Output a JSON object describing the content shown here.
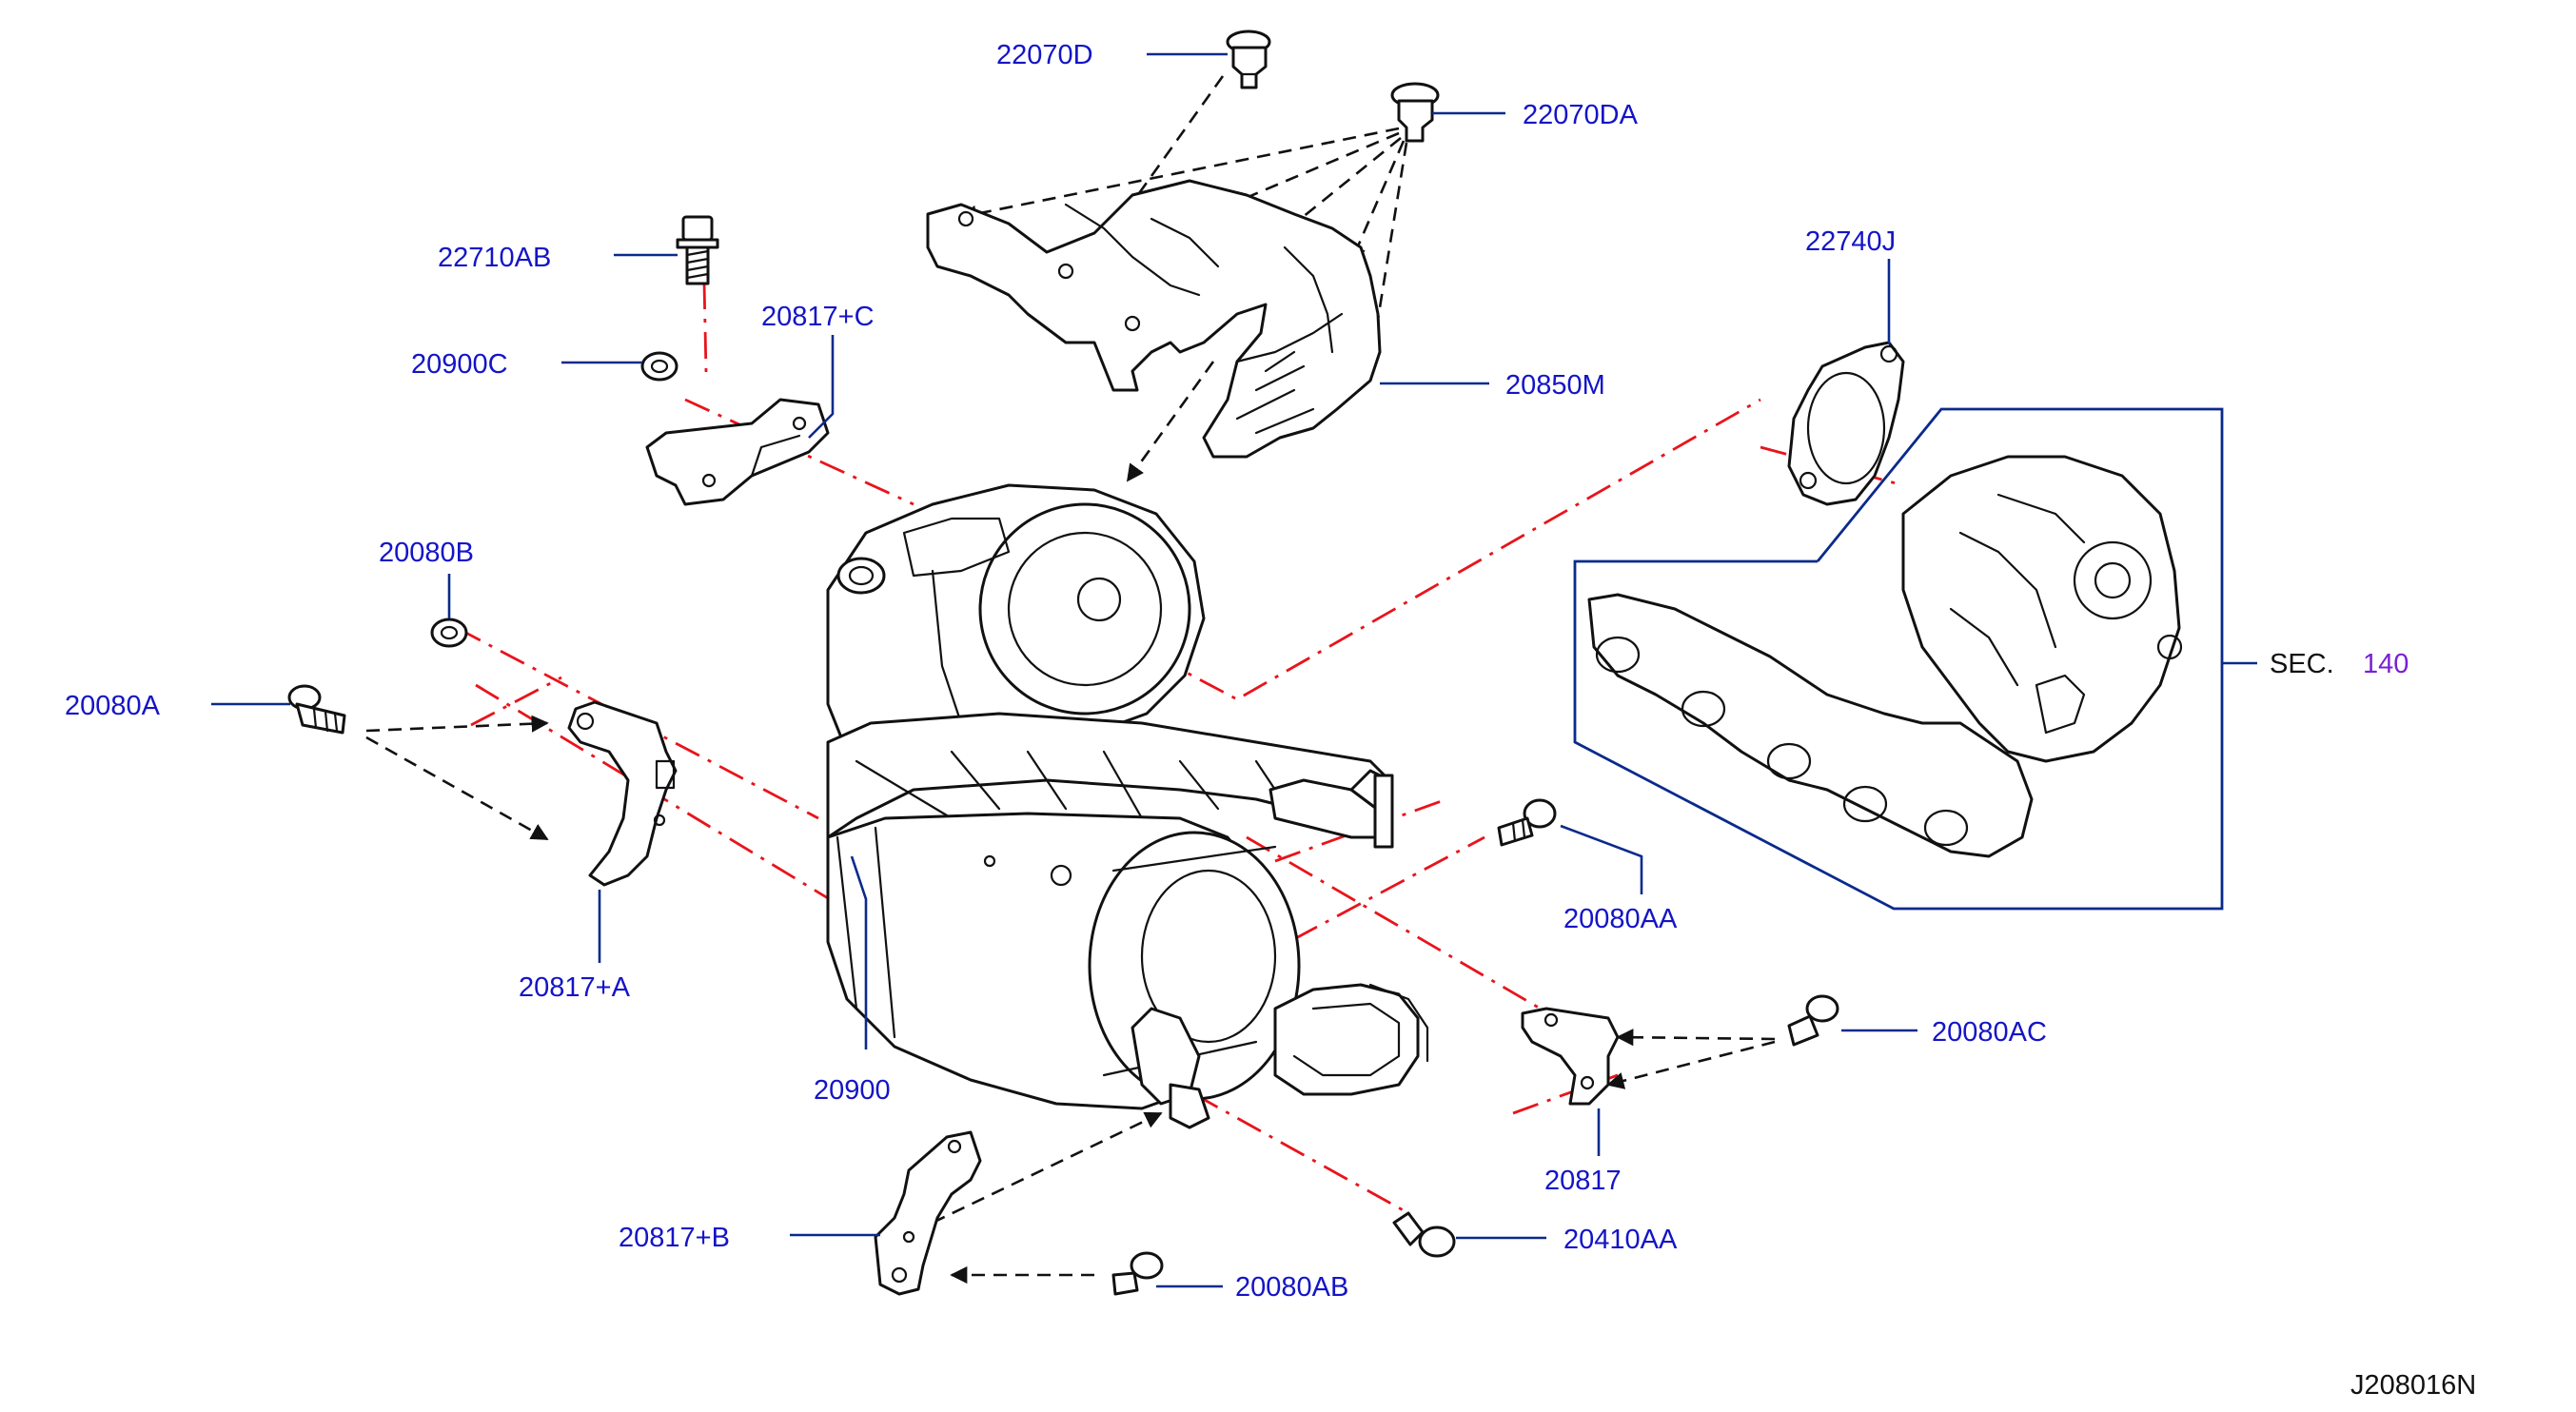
{
  "labels": {
    "l22070D": "22070D",
    "l22070DA": "22070DA",
    "l22710AB": "22710AB",
    "l20817C": "20817+C",
    "l20900C": "20900C",
    "l20850M": "20850M",
    "l22740J": "22740J",
    "l20080B": "20080B",
    "l20080A": "20080A",
    "l20817A": "20817+A",
    "l20900": "20900",
    "l20080AA": "20080AA",
    "l20080AC": "20080AC",
    "l20817": "20817",
    "l20817B": "20817+B",
    "l20410AA": "20410AA",
    "l20080AB": "20080AB",
    "sec_prefix": "SEC.",
    "sec_number": "140",
    "diagram_id": "J208016N"
  },
  "colors": {
    "label": "#1414c8",
    "leader": "#0a2a8c",
    "centerline": "#e8141b",
    "section_ref": "#7a1fd6",
    "outline": "#111111"
  }
}
